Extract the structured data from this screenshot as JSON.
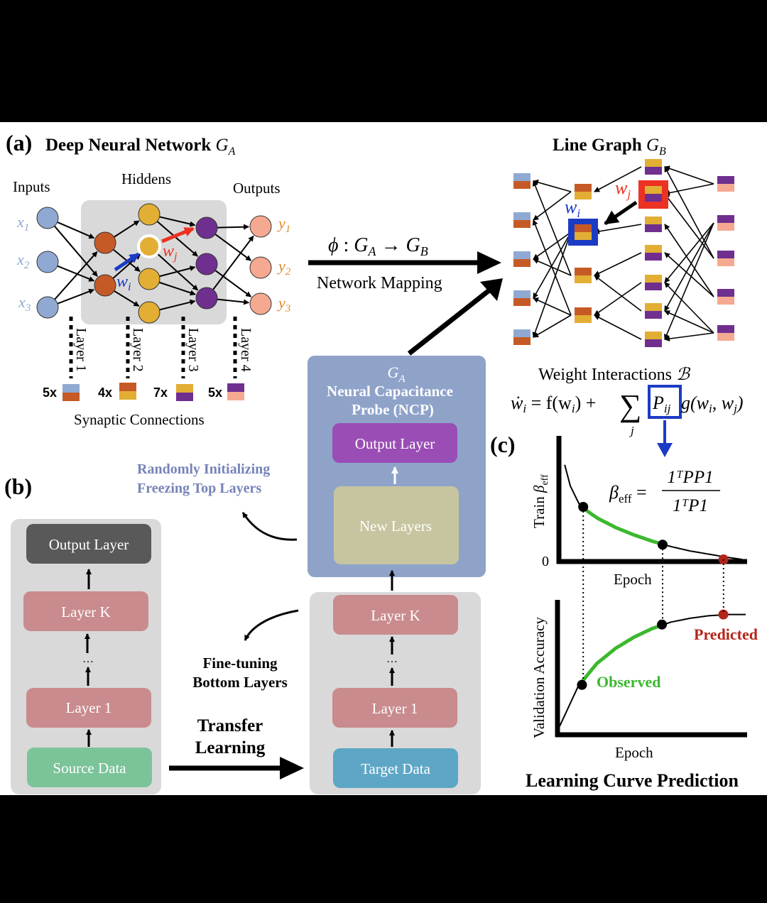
{
  "panel_a": {
    "label": "(a)",
    "title": "Deep Neural Network",
    "title_sym": "G",
    "title_sub": "A",
    "col_labels": {
      "inputs": "Inputs",
      "hiddens": "Hiddens",
      "outputs": "Outputs"
    },
    "inputs": [
      {
        "sym": "x",
        "sub": "1"
      },
      {
        "sym": "x",
        "sub": "2"
      },
      {
        "sym": "x",
        "sub": "3"
      }
    ],
    "outputs": [
      {
        "sym": "y",
        "sub": "1"
      },
      {
        "sym": "y",
        "sub": "2"
      },
      {
        "sym": "y",
        "sub": "3"
      }
    ],
    "weight_i": {
      "sym": "w",
      "sub": "i"
    },
    "weight_j": {
      "sym": "w",
      "sub": "j"
    },
    "layers": [
      "Layer 1",
      "Layer 2",
      "Layer 3",
      "Layer 4"
    ],
    "synaptic_counts": [
      "5x",
      "4x",
      "7x",
      "5x"
    ],
    "synaptic_label": "Synaptic Connections",
    "colors": {
      "input": "#8fa9d2",
      "h1": "#c65a26",
      "h2": "#e2ae34",
      "h3": "#6f2f8f",
      "output": "#f6a991",
      "hidden_bg": "#d9d9d9",
      "wi": "#1c3bc4",
      "wj": "#ec3223"
    }
  },
  "mapping": {
    "formula_phi": "ϕ",
    "formula_colon": ":",
    "formula_arrow": "→",
    "from_sym": "G",
    "from_sub": "A",
    "to_sym": "G",
    "to_sub": "B",
    "label": "Network Mapping"
  },
  "line_graph": {
    "title": "Line Graph",
    "title_sym": "G",
    "title_sub": "B",
    "wi": {
      "sym": "w",
      "sub": "i"
    },
    "wj": {
      "sym": "w",
      "sub": "j"
    }
  },
  "weight_interactions": {
    "title": "Weight Interactions",
    "title_sym": "ℬ",
    "eq_lhs": "ẇ",
    "eq_lhs_sub": "i",
    "eq_f": " = f(w",
    "eq_f_sub": "i",
    "eq_f_close": ") +",
    "eq_sum": "∑",
    "eq_sum_sub": "j",
    "eq_P": "P",
    "eq_P_sub": "ij",
    "eq_g": "g(w",
    "eq_g_sub1": "i",
    "eq_g_mid": ", w",
    "eq_g_sub2": "j",
    "eq_g_close": ")"
  },
  "ncp": {
    "sym": "G",
    "sub": "A",
    "title_line1": "Neural Capacitance",
    "title_line2": "Probe (NCP)",
    "output_layer": "Output Layer",
    "new_layers": "New Layers",
    "colors": {
      "bg": "#8fa3c9",
      "output": "#9a4db5",
      "new": "#c7c5a0"
    }
  },
  "panel_b": {
    "label": "(b)",
    "source_stack": [
      "Output Layer",
      "Layer K",
      "…",
      "Layer 1",
      "Source Data"
    ],
    "target_stack": [
      "Layer K",
      "…",
      "Layer 1",
      "Target Data"
    ],
    "freeze_note_line1": "Randomly Initializing",
    "freeze_note_line2": "Freezing Top Layers",
    "finetune_line1": "Fine-tuning",
    "finetune_line2": "Bottom Layers",
    "transfer_line1": "Transfer",
    "transfer_line2": "Learning",
    "colors": {
      "output": "#595959",
      "layer": "#c98b8d",
      "source": "#7bc499",
      "target": "#5ea6c5",
      "stack_bg": "#d9d9d9",
      "note": "#7683b9"
    }
  },
  "panel_c": {
    "label": "(c)",
    "beta_formula_lhs": "β",
    "beta_formula_sub": "eff",
    "beta_num": "1ᵀPP1",
    "beta_den": "1ᵀP1",
    "caption": "Learning Curve Prediction"
  },
  "chart_data": [
    {
      "type": "line",
      "title": "",
      "xlabel": "Epoch",
      "ylabel": "Train β_eff",
      "yticks": [
        "0"
      ],
      "series": [
        {
          "name": "curve",
          "color": "#000000",
          "x": [
            0.02,
            0.05,
            0.1,
            0.15,
            0.2,
            0.3,
            0.4,
            0.5,
            0.6,
            0.7,
            0.8,
            0.9,
            0.98
          ],
          "y": [
            0.9,
            0.7,
            0.52,
            0.45,
            0.39,
            0.3,
            0.23,
            0.17,
            0.12,
            0.08,
            0.05,
            0.02,
            0.0
          ]
        },
        {
          "name": "Observed",
          "color": "#3cb82e",
          "x_range": [
            0.12,
            0.55
          ]
        }
      ],
      "markers": [
        {
          "x": 0.12,
          "y": 0.5,
          "color": "#000000"
        },
        {
          "x": 0.55,
          "y": 0.14,
          "color": "#000000"
        },
        {
          "x": 0.88,
          "y": 0.0,
          "color": "#b3251a"
        }
      ],
      "xlim": [
        0,
        1
      ],
      "ylim": [
        0,
        1
      ]
    },
    {
      "type": "line",
      "title": "",
      "xlabel": "Epoch",
      "ylabel": "Validation Accuracy",
      "series": [
        {
          "name": "curve",
          "color": "#000000",
          "x": [
            0.0,
            0.1,
            0.2,
            0.3,
            0.4,
            0.5,
            0.6,
            0.7,
            0.8,
            0.9,
            1.0
          ],
          "y": [
            0.05,
            0.37,
            0.55,
            0.67,
            0.76,
            0.83,
            0.88,
            0.91,
            0.93,
            0.94,
            0.94
          ]
        },
        {
          "name": "Observed",
          "color": "#3cb82e",
          "x_range": [
            0.12,
            0.55
          ]
        }
      ],
      "markers": [
        {
          "x": 0.12,
          "y": 0.38,
          "color": "#000000",
          "label": ""
        },
        {
          "x": 0.55,
          "y": 0.86,
          "color": "#000000",
          "label": ""
        },
        {
          "x": 0.88,
          "y": 0.94,
          "color": "#b3251a",
          "label": "Predicted"
        }
      ],
      "annotations": [
        {
          "text": "Observed",
          "color": "#3cb82e"
        },
        {
          "text": "Predicted",
          "color": "#b3251a"
        }
      ],
      "xlim": [
        0,
        1
      ],
      "ylim": [
        0,
        1
      ]
    }
  ]
}
